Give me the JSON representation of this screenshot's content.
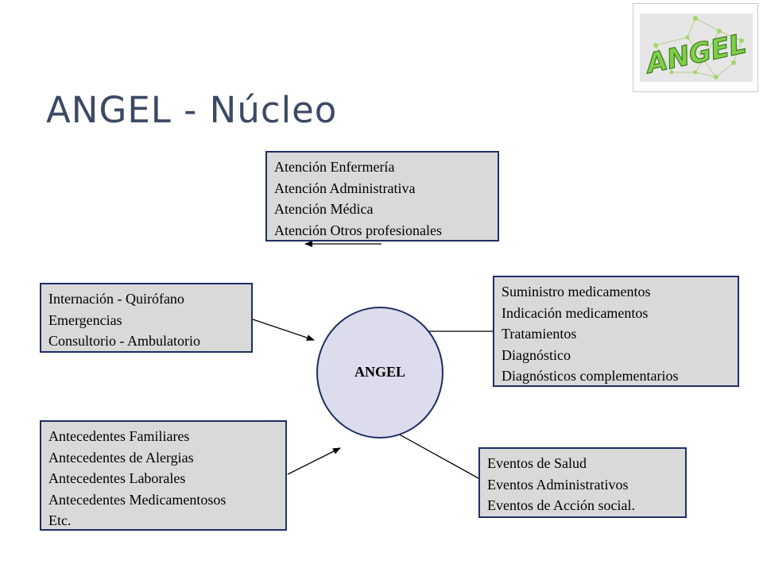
{
  "title": "ANGEL - Núcleo",
  "logo": {
    "text": "ANGEL",
    "color": "#7fcf4a"
  },
  "hub": {
    "label": "ANGEL",
    "fill": "#dcdcec",
    "border": "#1f2e64"
  },
  "boxes": {
    "atencion": [
      "Atención Enfermería",
      "Atención Administrativa",
      "Atención Médica",
      "Atención Otros profesionales"
    ],
    "internacion": [
      "Internación - Quirófano",
      "Emergencias",
      "Consultorio - Ambulatorio"
    ],
    "suministro": [
      "Suministro medicamentos",
      "Indicación medicamentos",
      "Tratamientos",
      "Diagnóstico",
      "Diagnósticos complementarios"
    ],
    "antecedentes": [
      "Antecedentes Familiares",
      "Antecedentes de Alergias",
      "Antecedentes Laborales",
      "Antecedentes Medicamentosos",
      "Etc."
    ],
    "eventos": [
      "Eventos de Salud",
      "Eventos Administrativos",
      "Eventos de Acción social."
    ]
  },
  "colors": {
    "box_fill": "#d9d9d9",
    "box_border": "#1f2e64",
    "title": "#3b4a63"
  }
}
